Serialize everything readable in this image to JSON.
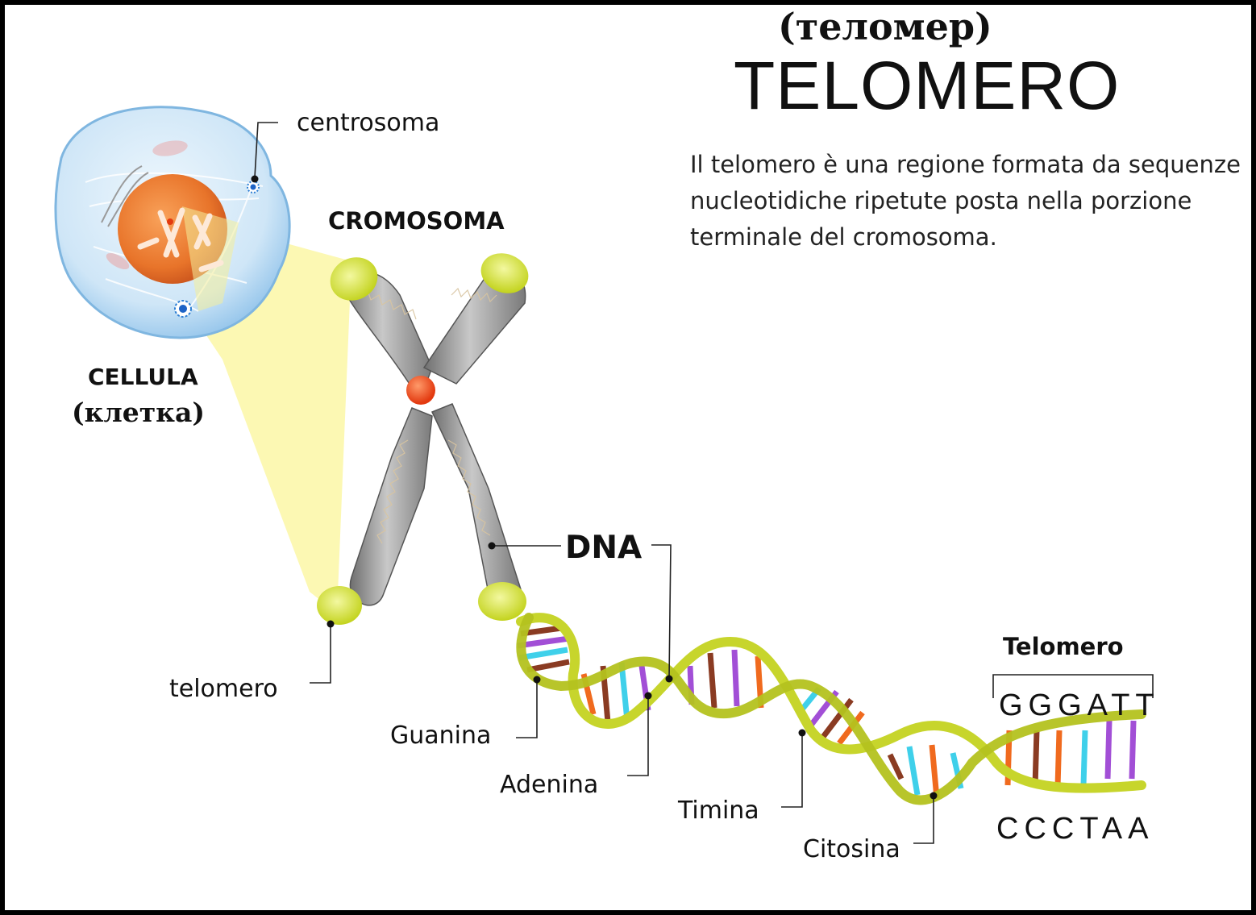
{
  "title": "TELOMERO",
  "subtitle": "(теломер)",
  "description": "Il telomero è una regione formata da sequenze nucleotidiche ripetute posta nella porzione terminale del cromosoma.",
  "labels": {
    "cromosoma": "CROMOSOMA",
    "cellula": "CELLULA",
    "cellula_ru": "(клетка)",
    "centrosoma": "centrosoma",
    "dna": "DNA",
    "telomero_left": "telomero",
    "telomero_right": "Telomero",
    "guanina": "Guanina",
    "adenina": "Adenina",
    "timina": "Timina",
    "citosina": "Citosina"
  },
  "sequence": {
    "top": "GGGATT",
    "bottom": "CCCTAA"
  },
  "colors": {
    "frame": "#000000",
    "cell": "#cfe6f7",
    "nucleus": "#e8742a",
    "chromosome": "#9a9a9a",
    "telomere_cap": "#d8e84a",
    "highlight": "#fbf7a6",
    "helix": "#c7d52c",
    "base_orange": "#f06a1e",
    "base_purple": "#a24fd6",
    "base_cyan": "#3fd0ea",
    "base_brown": "#8a3b22"
  }
}
